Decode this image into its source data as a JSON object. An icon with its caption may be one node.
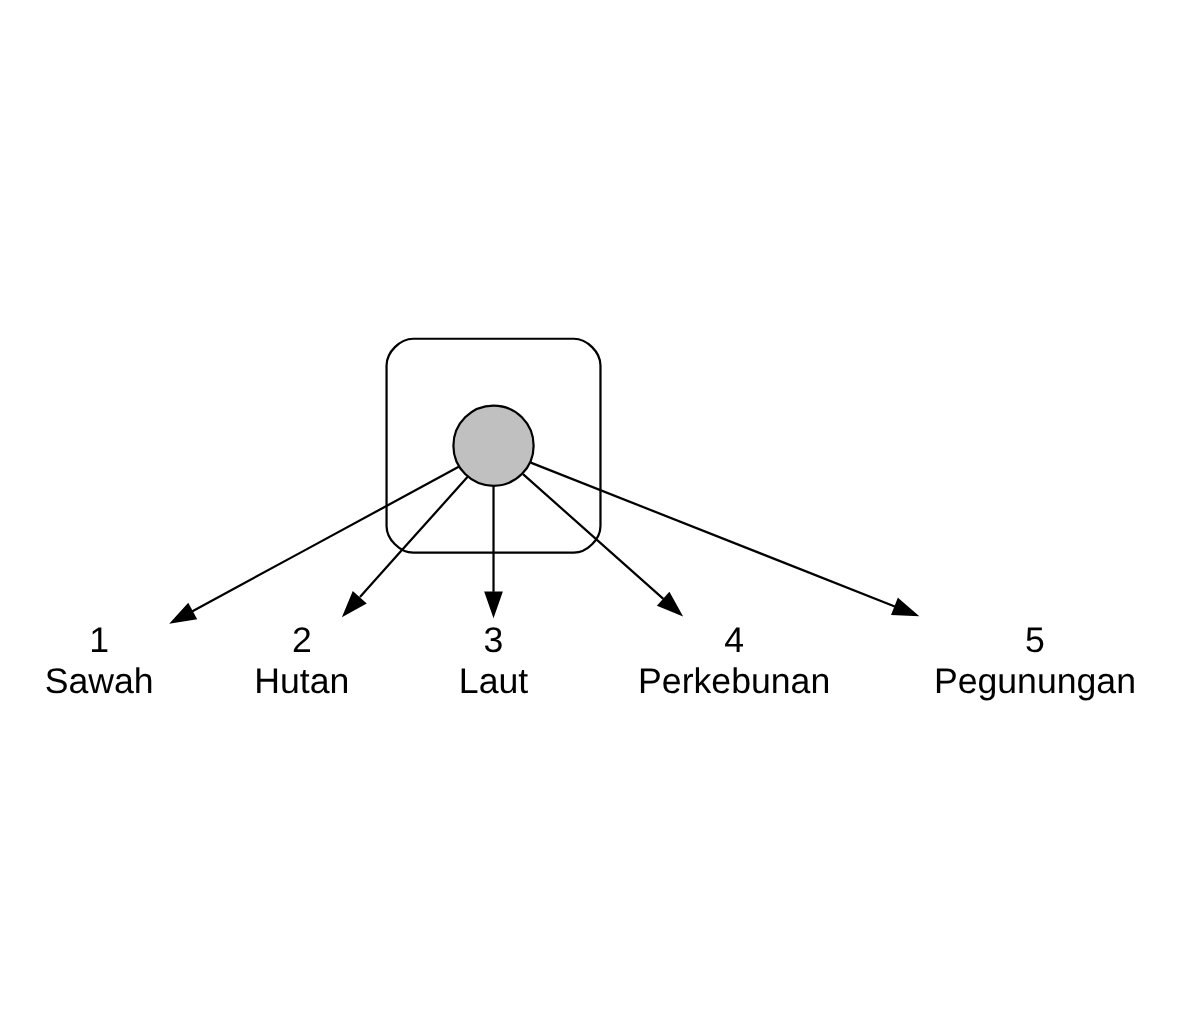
{
  "diagram": {
    "nodes": [
      {
        "text": [],
        "shape": "cloud"
      },
      {
        "text": [],
        "shape": "circle",
        "in": 0
      },
      {
        "text": [
          "1",
          "Sawah"
        ]
      },
      {
        "text": [
          "2",
          "Hutan"
        ]
      },
      {
        "text": [
          "3",
          "Laut"
        ]
      },
      {
        "text": [
          "4",
          "Perkebunan"
        ]
      },
      {
        "text": [
          "5",
          "Pegunungan"
        ]
      }
    ],
    "edges": [
      {
        "from": 1,
        "to": 2,
        "arrow": "to"
      },
      {
        "from": 1,
        "to": 3,
        "arrow": "to"
      },
      {
        "from": 1,
        "to": 4,
        "arrow": "to"
      },
      {
        "from": 1,
        "to": 5,
        "arrow": "to"
      },
      {
        "from": 1,
        "to": 6,
        "arrow": "to"
      }
    ]
  }
}
